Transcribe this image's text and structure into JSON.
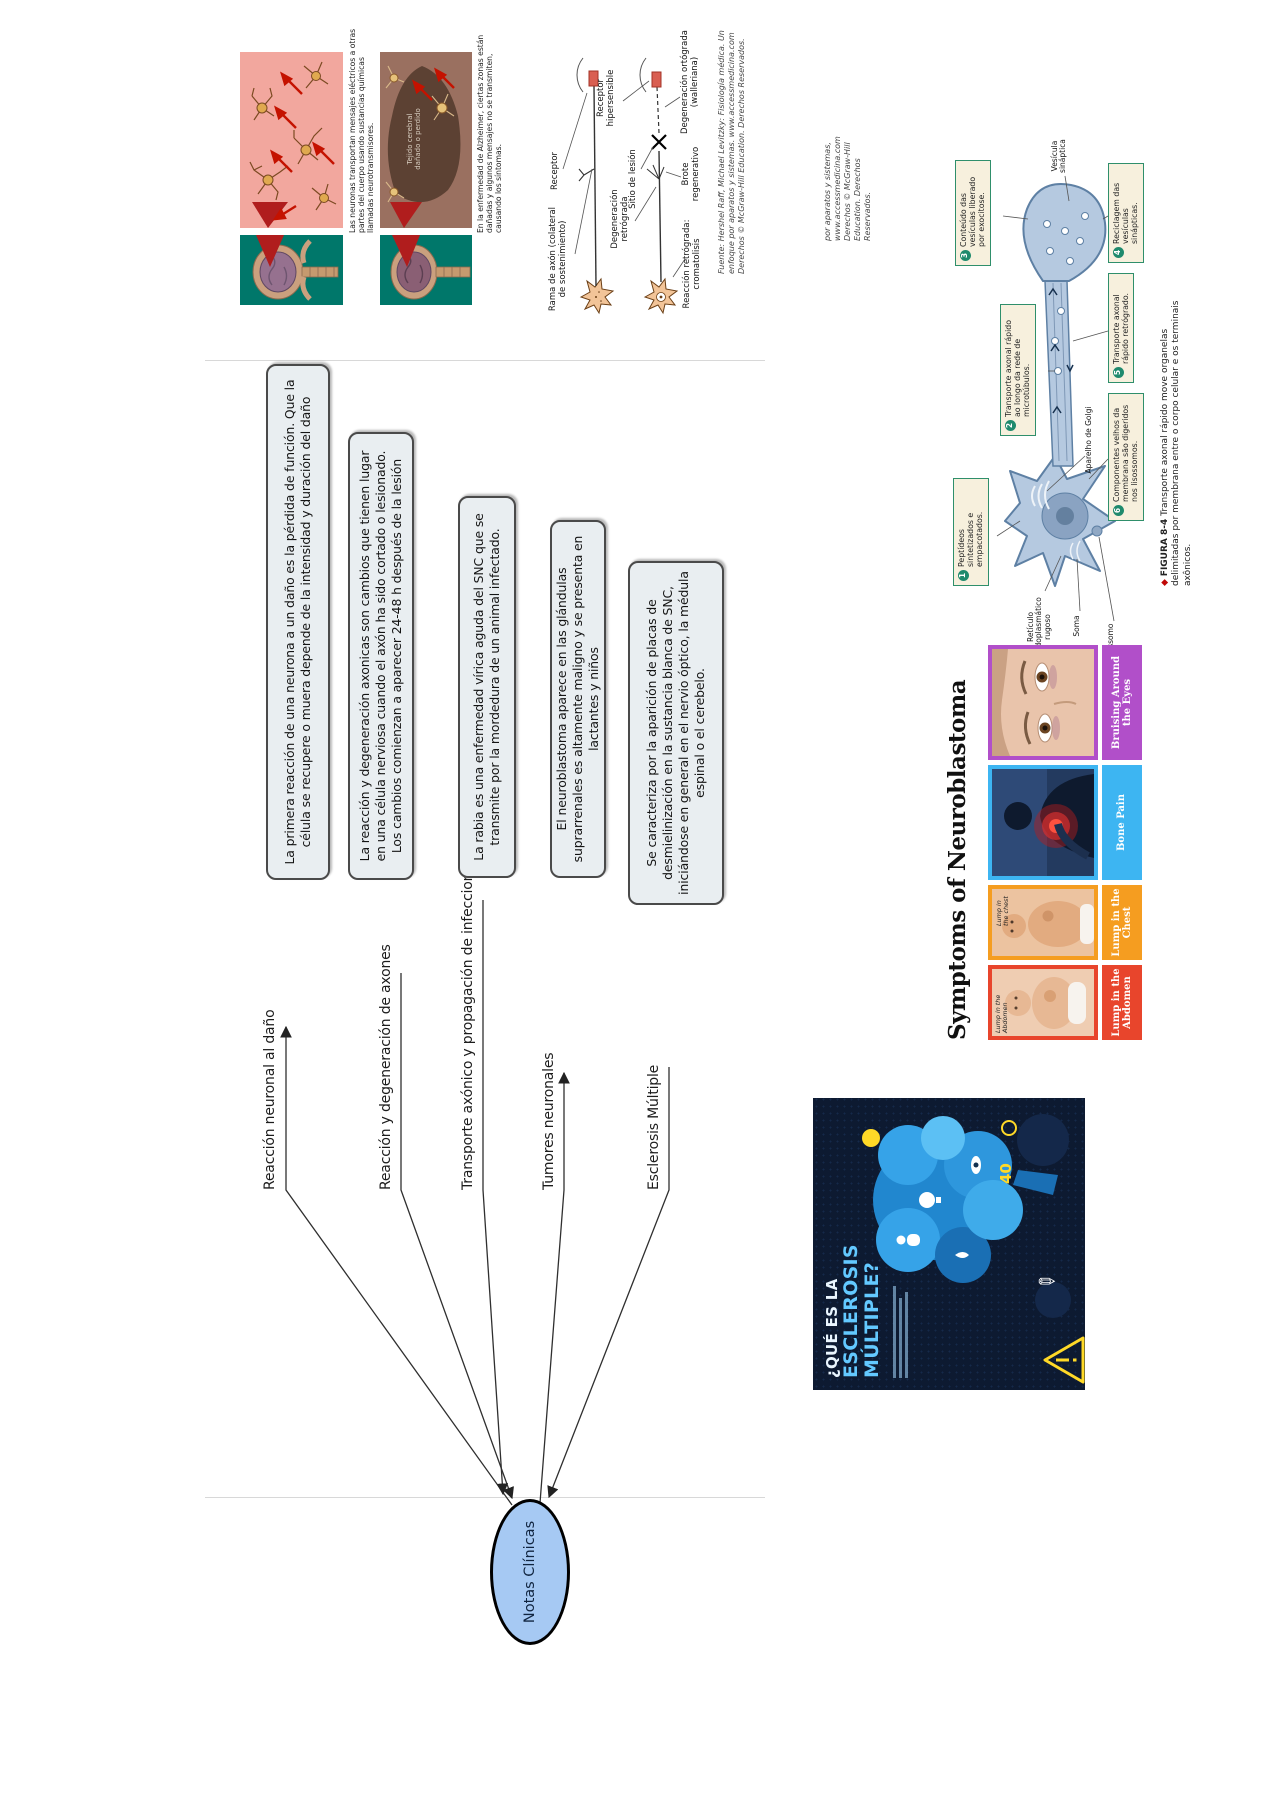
{
  "colors": {
    "oval_fill": "#a6c9f3",
    "box_fill": "#e9eef1",
    "teal": "#00776a",
    "panel_red": "#e8452c",
    "panel_orange": "#f59d20",
    "panel_blue": "#3db5f2",
    "panel_purple": "#b14fc9",
    "step_green": "#1f8a6d",
    "ms_bg": "#0d1a31",
    "ms_accent": "#ffd927"
  },
  "concept_map": {
    "center_node": "Notas Clínicas",
    "branches": [
      {
        "label": "Reacción neuronal al daño",
        "note": "La primera reacción de una neurona a un daño es la pérdida de función. Que la célula se recupere o muera depende de la intensidad y duración del daño"
      },
      {
        "label": "Reacción y degeneración de axones",
        "note": "La reacción y degeneración axonicas son cambios que tienen lugar en una célula nerviosa cuando el axón ha sido cortado o lesionado. Los cambios comienzan a aparecer 24-48 h después de la lesión"
      },
      {
        "label": "Transporte axónico y propagación de infecciones",
        "note": "La rabia es una enfermedad vírica aguda del SNC que se transmite por la mordedura de un animal infectado."
      },
      {
        "label": "Tumores neuronales",
        "note": "El neuroblastoma aparece en las glándulas suprarrenales es altamente maligno y se presenta en lactantes y niños"
      },
      {
        "label": "Esclerosis Múltiple",
        "note": "Se caracteriza por la aparición de placas de desmielinización en la sustancia blanca de SNC, iniciándose en general en el nervio óptico, la médula espinal o el cerebelo."
      }
    ]
  },
  "alzheimer_figure": {
    "caption_healthy": "Las neuronas transportan mensajes eléctricos a otras partes del cuerpo usando sustancias químicas llamadas neurotransmisores.",
    "damaged_label": "Tejido cerebral dañado o perdido",
    "caption_alzheimer": "En la enfermedad de Alzheimer, ciertas zonas están dañadas y algunos mensajes no se transmiten, causando los síntomas."
  },
  "axon_injury_figure": {
    "labels": {
      "receptor": "Receptor",
      "axon_branch": "Rama de axón (colateral de sostenimiento)",
      "retrograde_degeneration": "Degeneración retrógrada",
      "lesion_site": "Sitio de lesión",
      "hypersensitive_receptor": "Receptor hipersensible",
      "orthograde_degeneration": "Degeneración ortógrada (walleriana)",
      "regenerative_sprout": "Brote regenerativo",
      "retrograde_reaction": "Reacción retrógrada: cromatolisis"
    },
    "credit": "Fuente: Hershel Raff, Michael Levitzky: Fisiología médica. Un enfoque por aparatos y sistemas. www.accessmedicina.com Derechos © McGraw-Hill Education. Derechos Reservados."
  },
  "axonal_transport_figure": {
    "bullet": "◆",
    "figure_label": "FIGURA 8-4",
    "caption": "Transporte axonal rápido move organelas delimitadas por membrana entre o corpo celular e os terminais axônicos.",
    "credit_line1": "por aparatos y sistemas, www.accessmedicina.com",
    "credit_line2": "Derechos © McGraw-Hill Education. Derechos Reservados.",
    "steps": [
      {
        "n": "1",
        "text": "Peptídeos sintetizados e empacotados."
      },
      {
        "n": "2",
        "text": "Transporte axonal rápido ao longo da rede de microtúbulos."
      },
      {
        "n": "3",
        "text": "Conteúdo das vesículas liberado por exocitose."
      },
      {
        "n": "4",
        "text": "Reciclagem das vesículas sinápticas."
      },
      {
        "n": "5",
        "text": "Transporte axonal rápido retrógrado."
      },
      {
        "n": "6",
        "text": "Componentes velhos da membrana são digeridos nos lisossomos."
      }
    ],
    "labels": {
      "golgi": "Aparelho de Golgi",
      "synaptic_vesicle": "Vesícula sináptica",
      "rer": "Retículo endoplasmático rugoso",
      "soma": "Soma",
      "lysosome": "Lisossomo"
    }
  },
  "neuroblastoma": {
    "title": "Symptoms of Neuroblastoma",
    "panels": [
      {
        "label": "Lump in the Abdomen",
        "photo_note": "Lump in the Abdomen"
      },
      {
        "label": "Lump in the Chest",
        "photo_note": "Lump in the chest"
      },
      {
        "label": "Bone Pain",
        "photo_note": ""
      },
      {
        "label": "Bruising Around the Eyes",
        "photo_note": ""
      }
    ]
  },
  "ms_infographic": {
    "title_line1": "¿QUÉ ES LA",
    "title_line2": "ESCLEROSIS",
    "title_line3": "MÚLTIPLE?",
    "forty": "40"
  }
}
